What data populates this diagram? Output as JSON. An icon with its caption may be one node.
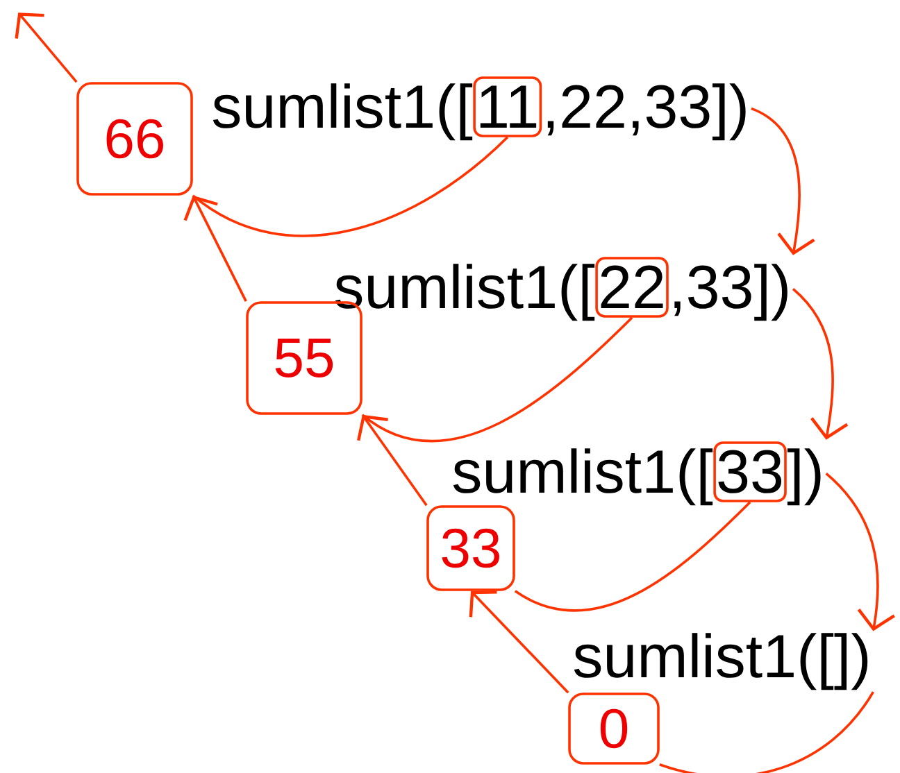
{
  "diagram": {
    "nodes": [
      {
        "text": [
          "sumlist1([",
          ",22,33])"
        ]
      },
      {
        "text": [
          "11"
        ],
        "in": 0
      },
      {
        "text": [
          "66"
        ]
      },
      {
        "text": [
          "sumlist1([",
          ",33])"
        ]
      },
      {
        "text": [
          "22"
        ],
        "in": 3
      },
      {
        "text": [
          "55"
        ]
      },
      {
        "text": [
          "sumlist1([",
          "])"
        ]
      },
      {
        "text": [
          "33"
        ],
        "in": 6
      },
      {
        "text": [
          "33"
        ]
      },
      {
        "text": [
          "sumlist1([])"
        ]
      },
      {
        "text": [
          "0"
        ]
      }
    ],
    "edges": [
      {
        "from": 0,
        "to": 3,
        "arrow": "to"
      },
      {
        "from": 3,
        "to": 6,
        "arrow": "to"
      },
      {
        "from": 6,
        "to": 9,
        "arrow": "to"
      },
      {
        "from": 9,
        "to": 10,
        "arrow": "none"
      },
      {
        "from": 1,
        "to": 2,
        "arrow": "none"
      },
      {
        "from": 4,
        "to": 5,
        "arrow": "none"
      },
      {
        "from": 7,
        "to": 8,
        "arrow": "none"
      },
      {
        "from": 10,
        "to": 8,
        "arrow": "to"
      },
      {
        "from": 8,
        "to": 5,
        "arrow": "to"
      },
      {
        "from": 5,
        "to": 2,
        "arrow": "to"
      },
      {
        "from": 2,
        "to": null,
        "arrow": "to"
      }
    ]
  }
}
